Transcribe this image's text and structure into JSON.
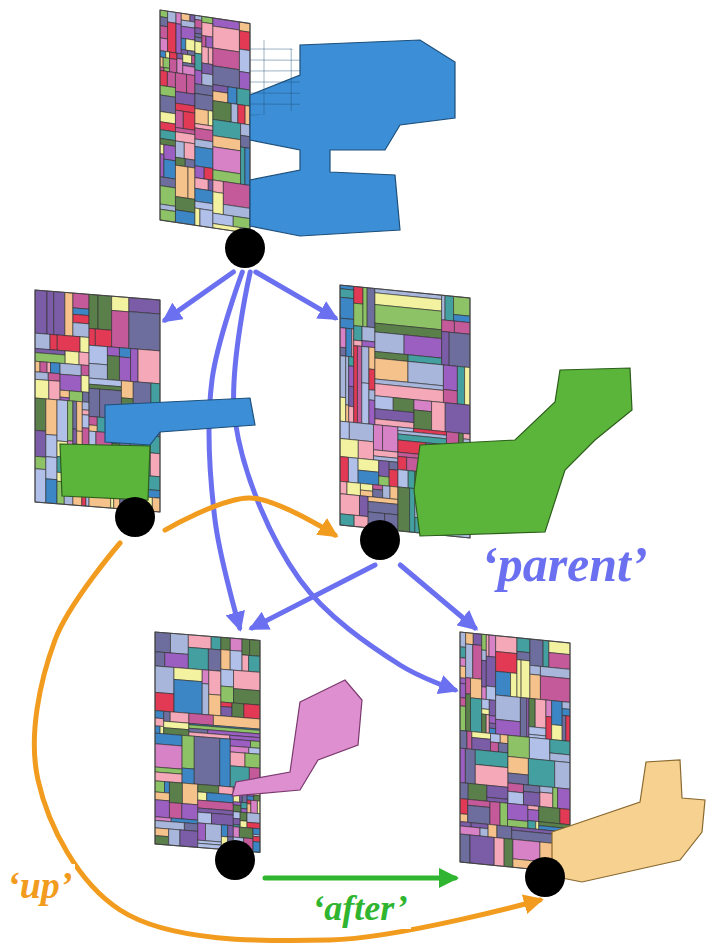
{
  "diagram": {
    "nodes": [
      {
        "text": []
      },
      {
        "text": []
      },
      {
        "text": []
      },
      {
        "text": []
      },
      {
        "text": []
      }
    ],
    "edges": [
      {
        "from": 0,
        "to": 1,
        "arrow": "to"
      },
      {
        "from": 0,
        "to": 2,
        "arrow": "to"
      },
      {
        "from": 0,
        "to": 3,
        "arrow": "to"
      },
      {
        "from": 0,
        "to": 4,
        "arrow": "to"
      },
      {
        "from": 2,
        "to": 3,
        "arrow": "to"
      },
      {
        "from": 2,
        "to": 4,
        "arrow": "to"
      },
      {
        "from": 1,
        "to": 2,
        "arrow": "to"
      },
      {
        "from": 1,
        "to": 4,
        "arrow": "to"
      },
      {
        "from": 3,
        "to": 4,
        "label": "‘after’",
        "arrow": "to"
      }
    ],
    "labels": [
      "‘parent’",
      "‘up’"
    ]
  }
}
